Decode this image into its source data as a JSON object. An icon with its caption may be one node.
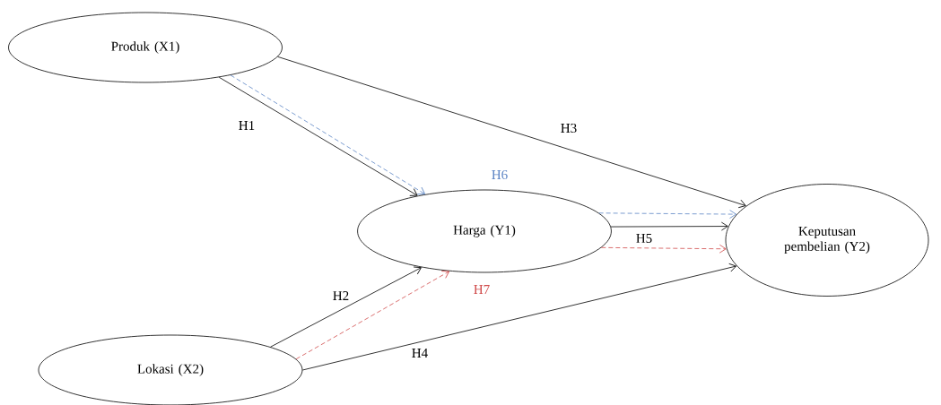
{
  "diagram": {
    "nodes": [
      {
        "text": [
          "Produk (X1)"
        ]
      },
      {
        "text": [
          "Harga (Y1)"
        ]
      },
      {
        "text": [
          "Keputusan pembelian (Y2)"
        ]
      },
      {
        "text": [
          "Lokasi (X2)"
        ]
      }
    ],
    "edges": [
      {
        "from": 0,
        "to": 1,
        "arrow": "to",
        "label": "H1"
      },
      {
        "from": 0,
        "to": 1,
        "arrow": "to",
        "style": "dashed",
        "color": "#5b84c4"
      },
      {
        "from": 0,
        "to": 2,
        "arrow": "to",
        "label": "H3"
      },
      {
        "from": 3,
        "to": 1,
        "arrow": "to",
        "label": "H2"
      },
      {
        "from": 3,
        "to": 1,
        "arrow": "to",
        "style": "dashed",
        "color": "#d04a4a"
      },
      {
        "from": 3,
        "to": 2,
        "arrow": "to",
        "label": "H4"
      },
      {
        "from": 1,
        "to": 2,
        "arrow": "to",
        "style": "dashed",
        "color": "#5b84c4"
      },
      {
        "from": 1,
        "to": 2,
        "arrow": "to",
        "label": "H5"
      },
      {
        "from": 1,
        "to": 2,
        "arrow": "to",
        "style": "dashed",
        "color": "#d04a4a"
      }
    ],
    "labels": [
      "H6",
      "H7"
    ]
  }
}
